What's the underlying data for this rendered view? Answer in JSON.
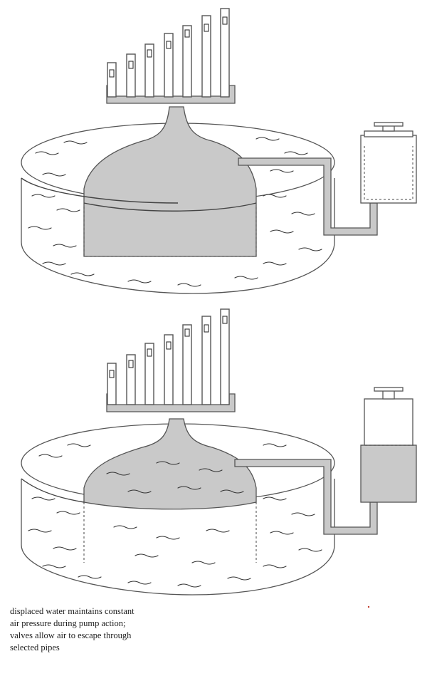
{
  "caption": {
    "line1": "displaced water maintains constant",
    "line2": "air pressure during pump action;",
    "line3": "valves allow air to escape through",
    "line4": "selected pipes"
  },
  "colors": {
    "air_chamber": "#c9c9c9",
    "line": "#555555",
    "background": "#ffffff"
  }
}
